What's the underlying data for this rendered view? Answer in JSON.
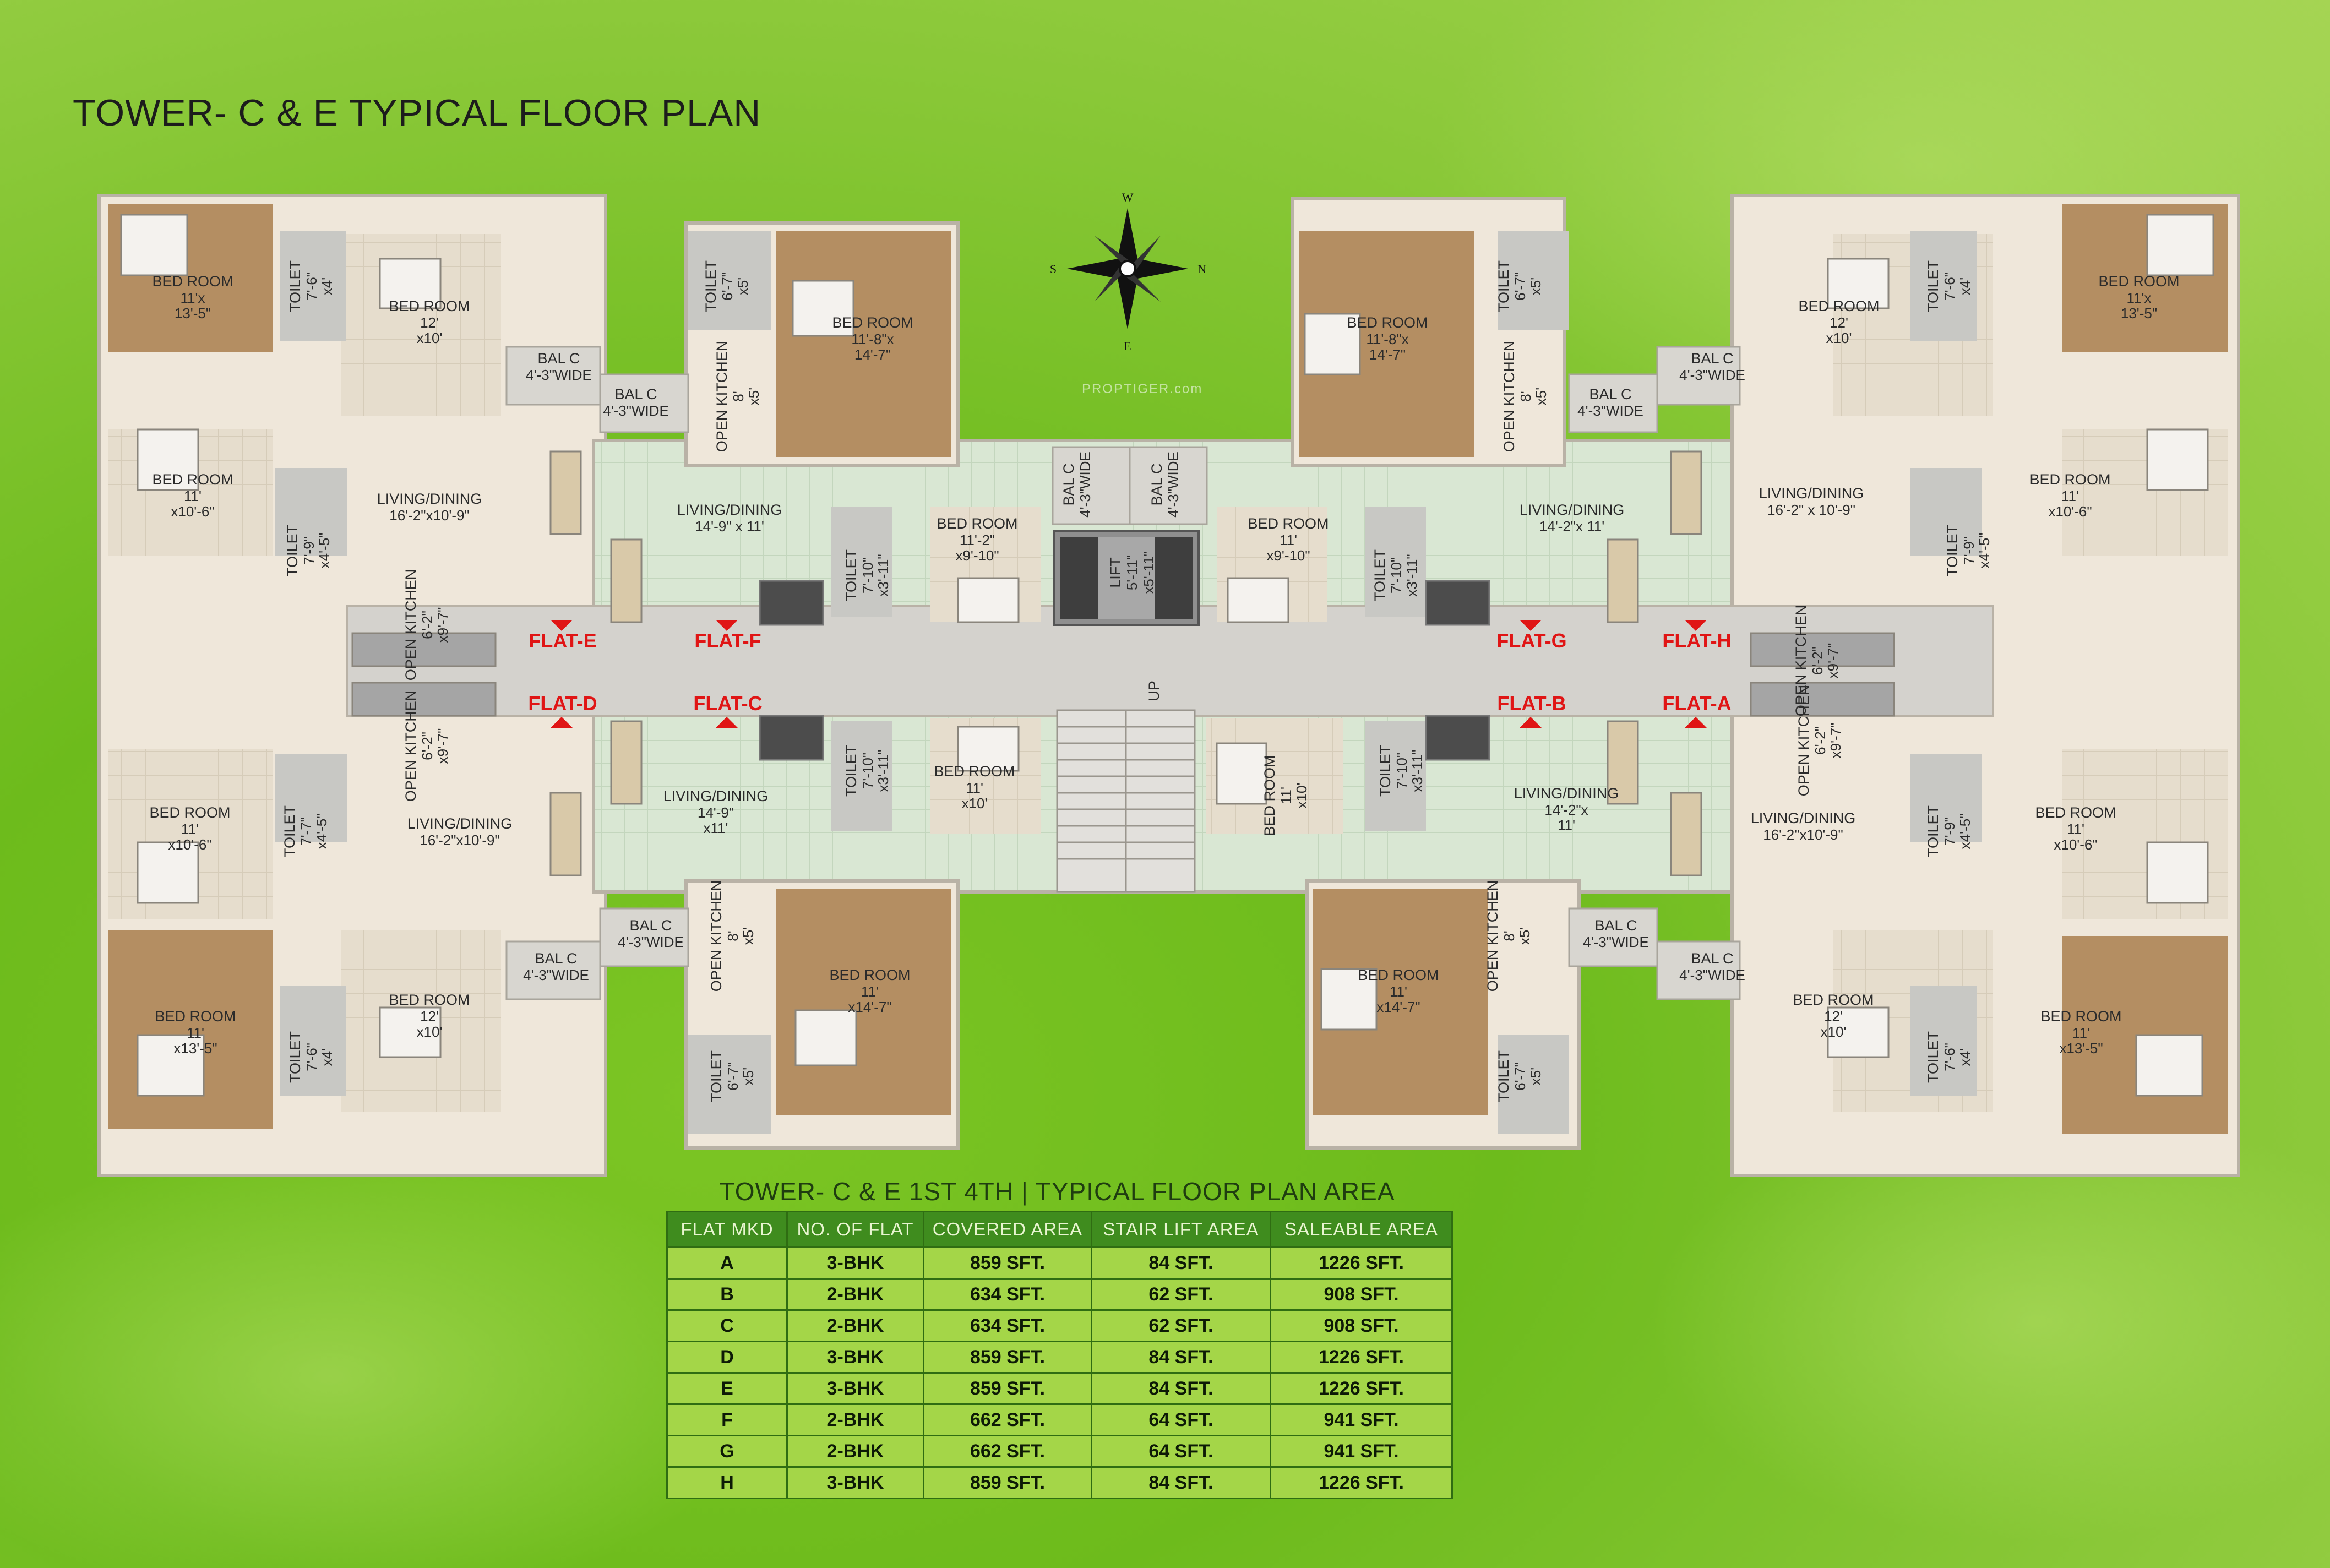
{
  "title": "TOWER- C & E TYPICAL FLOOR PLAN",
  "watermark": "PROPTIGER.com",
  "compass": {
    "north": "N",
    "south": "S",
    "east": "E",
    "west": "W"
  },
  "colors": {
    "flat_marker": "#e01515",
    "table_header_bg": "#3f8c1e",
    "table_cell_bg": "#a4d648",
    "background": "#7cc524"
  },
  "flat_labels": [
    "FLAT-E",
    "FLAT-F",
    "FLAT-G",
    "FLAT-H",
    "FLAT-D",
    "FLAT-C",
    "FLAT-B",
    "FLAT-A"
  ],
  "core": {
    "lift_name": "LIFT",
    "lift_size": "5'-11\"",
    "lift_size2": "x5'-11\"",
    "up": "UP"
  },
  "rooms": [
    {
      "name": "BED ROOM",
      "d1": "11'x",
      "d2": "13'-5\""
    },
    {
      "name": "TOILET",
      "d1": "7'-6\"",
      "d2": "x4'"
    },
    {
      "name": "BED ROOM",
      "d1": "12'",
      "d2": "x10'"
    },
    {
      "name": "BED ROOM",
      "d1": "11'",
      "d2": "x10'-6\""
    },
    {
      "name": "TOILET",
      "d1": "7'-9\"",
      "d2": "x4'-5\""
    },
    {
      "name": "LIVING/DINING",
      "d1": "16'-2\"x10'-9\"",
      "d2": ""
    },
    {
      "name": "OPEN KITCHEN",
      "d1": "6'-2\"",
      "d2": "x9'-7\""
    },
    {
      "name": "BAL C",
      "d1": "4'-3\"WIDE",
      "d2": ""
    },
    {
      "name": "BAL C",
      "d1": "4'-3\"WIDE",
      "d2": ""
    },
    {
      "name": "TOILET",
      "d1": "6'-7\"",
      "d2": "x5'"
    },
    {
      "name": "OPEN KITCHEN",
      "d1": "8'",
      "d2": "x5'"
    },
    {
      "name": "BED ROOM",
      "d1": "11'-8\"x",
      "d2": "14'-7\""
    },
    {
      "name": "LIVING/DINING",
      "d1": "14'-9\" x 11'",
      "d2": ""
    },
    {
      "name": "TOILET",
      "d1": "7'-10\"",
      "d2": "x3'-11\""
    },
    {
      "name": "BED ROOM",
      "d1": "11'-2\"",
      "d2": "x9'-10\""
    },
    {
      "name": "BAL C",
      "d1": "4'-3\"WIDE",
      "d2": ""
    },
    {
      "name": "BAL C",
      "d1": "4'-3\"WIDE",
      "d2": ""
    },
    {
      "name": "BED ROOM",
      "d1": "11'-8\"x",
      "d2": "14'-7\""
    },
    {
      "name": "TOILET",
      "d1": "6'-7\"",
      "d2": "x5'"
    },
    {
      "name": "OPEN KITCHEN",
      "d1": "8'",
      "d2": "x5'"
    },
    {
      "name": "BAL C",
      "d1": "4'-3\"WIDE",
      "d2": ""
    },
    {
      "name": "BED ROOM",
      "d1": "11'",
      "d2": "x9'-10\""
    },
    {
      "name": "TOILET",
      "d1": "7'-10\"",
      "d2": "x3'-11\""
    },
    {
      "name": "LIVING/DINING",
      "d1": "14'-2\"x 11'",
      "d2": ""
    },
    {
      "name": "BAL C",
      "d1": "4'-3\"WIDE",
      "d2": ""
    },
    {
      "name": "BED ROOM",
      "d1": "12'",
      "d2": "x10'"
    },
    {
      "name": "TOILET",
      "d1": "7'-6\"",
      "d2": "x4'"
    },
    {
      "name": "BED ROOM",
      "d1": "11'x",
      "d2": "13'-5\""
    },
    {
      "name": "LIVING/DINING",
      "d1": "16'-2\" x 10'-9\"",
      "d2": ""
    },
    {
      "name": "TOILET",
      "d1": "7'-9\"",
      "d2": "x4'-5\""
    },
    {
      "name": "BED ROOM",
      "d1": "11'",
      "d2": "x10'-6\""
    },
    {
      "name": "OPEN KITCHEN",
      "d1": "6'-2\"",
      "d2": "x9'-7\""
    },
    {
      "name": "OPEN KITCHEN",
      "d1": "6'-2\"",
      "d2": "x9'-7\""
    },
    {
      "name": "BED ROOM",
      "d1": "11'",
      "d2": "x10'-6\""
    },
    {
      "name": "TOILET",
      "d1": "7'-7\"",
      "d2": "x4'-5\""
    },
    {
      "name": "LIVING/DINING",
      "d1": "16'-2\"x10'-9\"",
      "d2": ""
    },
    {
      "name": "LIVING/DINING",
      "d1": "14'-9\"",
      "d2": "x11'"
    },
    {
      "name": "TOILET",
      "d1": "7'-10\"",
      "d2": "x3'-11\""
    },
    {
      "name": "BED ROOM",
      "d1": "11'",
      "d2": "x10'"
    },
    {
      "name": "BED ROOM",
      "d1": "11'",
      "d2": "x10'"
    },
    {
      "name": "TOILET",
      "d1": "7'-10\"",
      "d2": "x3'-11\""
    },
    {
      "name": "LIVING/DINING",
      "d1": "14'-2\"x",
      "d2": "11'"
    },
    {
      "name": "OPEN KITCHEN",
      "d1": "6'-2\"",
      "d2": "x9'-7\""
    },
    {
      "name": "LIVING/DINING",
      "d1": "16'-2\"x10'-9\"",
      "d2": ""
    },
    {
      "name": "TOILET",
      "d1": "7'-9\"",
      "d2": "x4'-5\""
    },
    {
      "name": "BED ROOM",
      "d1": "11'",
      "d2": "x10'-6\""
    },
    {
      "name": "BED ROOM",
      "d1": "11'",
      "d2": "x13'-5\""
    },
    {
      "name": "TOILET",
      "d1": "7'-6\"",
      "d2": "x4'"
    },
    {
      "name": "BED ROOM",
      "d1": "12'",
      "d2": "x10'"
    },
    {
      "name": "BAL C",
      "d1": "4'-3\"WIDE",
      "d2": ""
    },
    {
      "name": "BAL C",
      "d1": "4'-3\"WIDE",
      "d2": ""
    },
    {
      "name": "OPEN KITCHEN",
      "d1": "8'",
      "d2": "x5'"
    },
    {
      "name": "BED ROOM",
      "d1": "11'",
      "d2": "x14'-7\""
    },
    {
      "name": "TOILET",
      "d1": "6'-7\"",
      "d2": "x5'"
    },
    {
      "name": "BED ROOM",
      "d1": "11'",
      "d2": "x14'-7\""
    },
    {
      "name": "OPEN KITCHEN",
      "d1": "8'",
      "d2": "x5'"
    },
    {
      "name": "TOILET",
      "d1": "6'-7\"",
      "d2": "x5'"
    },
    {
      "name": "BAL C",
      "d1": "4'-3\"WIDE",
      "d2": ""
    },
    {
      "name": "BAL C",
      "d1": "4'-3\"WIDE",
      "d2": ""
    },
    {
      "name": "BED ROOM",
      "d1": "12'",
      "d2": "x10'"
    },
    {
      "name": "TOILET",
      "d1": "7'-6\"",
      "d2": "x4'"
    },
    {
      "name": "BED ROOM",
      "d1": "11'",
      "d2": "x13'-5\""
    }
  ],
  "area_table": {
    "title": "TOWER- C & E 1ST 4TH | TYPICAL FLOOR PLAN AREA",
    "headers": [
      "FLAT MKD",
      "NO. OF FLAT",
      "COVERED AREA",
      "STAIR LIFT AREA",
      "SALEABLE AREA"
    ],
    "rows": [
      [
        "A",
        "3-BHK",
        "859 SFT.",
        "84 SFT.",
        "1226 SFT."
      ],
      [
        "B",
        "2-BHK",
        "634 SFT.",
        "62 SFT.",
        "908 SFT."
      ],
      [
        "C",
        "2-BHK",
        "634 SFT.",
        "62 SFT.",
        "908 SFT."
      ],
      [
        "D",
        "3-BHK",
        "859 SFT.",
        "84 SFT.",
        "1226 SFT."
      ],
      [
        "E",
        "3-BHK",
        "859 SFT.",
        "84 SFT.",
        "1226 SFT."
      ],
      [
        "F",
        "2-BHK",
        "662 SFT.",
        "64 SFT.",
        "941 SFT."
      ],
      [
        "G",
        "2-BHK",
        "662 SFT.",
        "64 SFT.",
        "941 SFT."
      ],
      [
        "H",
        "3-BHK",
        "859 SFT.",
        "84 SFT.",
        "1226 SFT."
      ]
    ]
  }
}
